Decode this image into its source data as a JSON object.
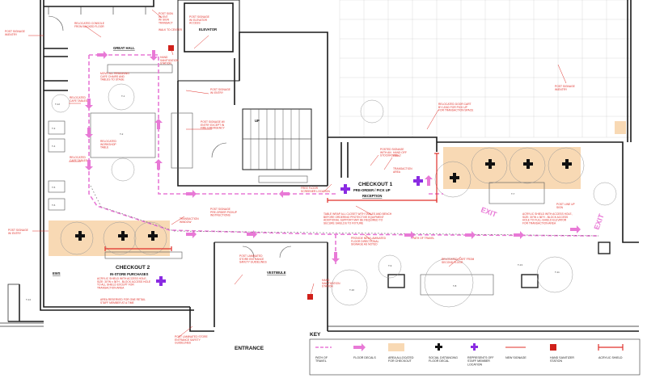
{
  "colors": {
    "path_of_travel": "#e879d6",
    "checkout_area": "#f8d9b4",
    "social_distancing": "#111111",
    "staff_marker": "#8a2be2",
    "signage": "#e0302a",
    "sanitizer": "#d0201a",
    "acrylic_shield": "#e0302a",
    "wall": "#1a1a1a"
  },
  "rooms": {
    "great_hall": "GREAT HALL",
    "elevator": "ELEVATOR",
    "up": "UP",
    "reception": "RECEPTION",
    "vestibule": "VESTIBULE",
    "ews": "EWS",
    "entrance": "ENTRANCE"
  },
  "checkout1": {
    "line1": "CHECKOUT 1",
    "line2": "PRE-ORDER / PICK UP"
  },
  "checkout2": {
    "line1": "CHECKOUT 2",
    "line2": "IN-STORE PURCHASES"
  },
  "exits": [
    "EXIT",
    "EXIT"
  ],
  "notes": {
    "post_signage_top_left": "POST SIGNAGE\nW/ENTRY",
    "relocated_console": "RELOCATED CONSOLE\nFROM BUCKED FLOOR",
    "post_signage_elevator": "POST SIGNAGE\nW/ ELEVATOR\nACCESS",
    "post_signage_top_middle": "POST SIGN\nW/ ENT\nW/ SIGN\nTRANSACT",
    "walk_to_center": "WALK TO CENTER",
    "hand_sanitizer_top": "HAND\nSANITIZATION\nSTATION",
    "post_signage_mid": "POST SIGNAGE\nW/ ENTRY",
    "relocated_cafe_tables": "RELOCATED\nCAFE TABLES",
    "move_all_remaining": "MOVE ALL REMAINING\nCAFE CHAIRS AND\nTABLES TO STAGE",
    "relocated_workshop": "RELOCATED\nWORKSHOP\nTABLE",
    "relocated_cafe_tables_2": "RELOCATED\nCAFE TABLES",
    "post_signage_stair": "POST SIGNAGE W/\nENTRY EXCEPT IN\nFIRE EMERGENCY",
    "post_signage_entry_right": "POST SIGNAGE\nW/ENTRY",
    "relocated_door_cart": "RELOCATED DOOR CART\nBY LEAD FOR PICK UP\nFOR TRANSACTION SPACE",
    "pre_order_signage": "POSTED SIGNAGE\nWITH AN\nSTOCKROOM",
    "hand_off_point": "HAND OFF\nPOINT",
    "transaction_area": "TRANSACTION\nAREA",
    "free_floor": "FREE FLOOR\nSCREENER LOCATION",
    "post_signage_preorder": "POST SIGNAGE\nPRE-ORDER PICKUP\nINSTRUCTIONS",
    "post_signage_left": "POST SIGNAGE\nW/ ENTRY",
    "transaction_window": "TRANSACTION\nWINDOW",
    "table_wrap": "TABLE WRAP ALL CLOSET WITH TABLES AND BENCH\nBEFORE ORDERING PROTECTIVE EQUIPMENT\nADDITIONAL SUPPORT MAY BE REQUIRED TO\nSECURE SHIELDS TO FIXTURE",
    "provide_new": "PROVIDE NEW LAMINATED\nFLOOR DIRECTIONAL\nSIGNAGE AS NOTED",
    "path_of_travel_note": "PATH OF TRAVEL",
    "acrylic_shield_right": "ACRYLIC SHIELD WITH ACCESS HOLE,\nSIZE: 30\"W x 36\"H - BLOCK ACCESS\nHOLE TO FULL-SHIELD ELEVATOR\nFOR TRANSACTION AREA",
    "post_line_up": "POST LINE UP\nSIGN",
    "post_laminated_store": "POST LAMINATED\nSTORE ENTRANCE\nSAFETY GUIDELINES",
    "relocated_cart": "RELOCATED CART FROM\nSECOND FLOOR",
    "acrylic_shield_left": "ACRYLIC SHIELD WITH ACCESS HOLE,\nSIZE: 30\"W x 36\"H - BLOCK ACCESS HOLE\nTO ALL SHIELD EXCEPT FOR\nTRANSACTION AREA",
    "hand_sanitizer_bottom": "HAND\nSANITIZATION\nSTATION",
    "area_reserved": "AREA RESERVED FOR ONE RETAIL\nSTAFF MEMBER AT A TIME",
    "post_laminated_bottom": "POST LAMINATED STORE\nENTRANCE SAFETY\nGUIDELINES"
  },
  "key": {
    "title": "KEY",
    "items": [
      {
        "label": "PATH OF\nTRAVEL",
        "icon": "path-line"
      },
      {
        "label": "FLOOR DECALS",
        "icon": "arrow-decal"
      },
      {
        "label": "AREA ALLOCATED\nFOR CHECKOUT",
        "icon": "checkout-area"
      },
      {
        "label": "SOCIAL DISTANCING\nFLOOR DECAL",
        "icon": "black-cross"
      },
      {
        "label": "REPRESENTS OFF\nSTAFF MEMBER\nLOCATION",
        "icon": "purple-cross"
      },
      {
        "label": "NEW SIGNAGE",
        "icon": "signage-line"
      },
      {
        "label": "HAND SANITIZER\nSTATION",
        "icon": "red-square"
      },
      {
        "label": "ACRYLIC SHIELD",
        "icon": "shield-bar"
      }
    ]
  },
  "fixtures": [
    "T-1",
    "T-2",
    "T-3",
    "T-4",
    "T-5",
    "T-6",
    "T-7",
    "T-8",
    "T-9",
    "T-10",
    "T-11",
    "T-12",
    "T-13",
    "T-14"
  ]
}
